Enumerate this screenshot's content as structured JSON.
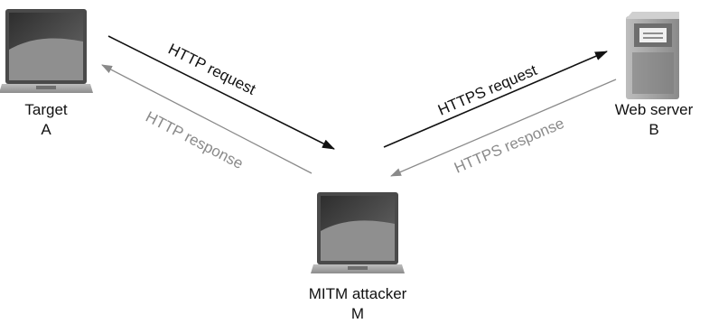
{
  "nodes": {
    "target": {
      "name": "Target",
      "id": "A"
    },
    "server": {
      "name": "Web server",
      "id": "B"
    },
    "attacker": {
      "name": "MITM attacker",
      "id": "M"
    }
  },
  "edges": {
    "http_request": "HTTP request",
    "http_response": "HTTP response",
    "https_request": "HTTPS request",
    "https_response": "HTTPS response"
  },
  "colors": {
    "request": "#111111",
    "response": "#8a8a8a",
    "device_dark": "#3a3a3a",
    "device_light": "#a9a9a9"
  },
  "icons": {
    "target": "laptop-icon",
    "server": "server-tower-icon",
    "attacker": "laptop-icon"
  }
}
